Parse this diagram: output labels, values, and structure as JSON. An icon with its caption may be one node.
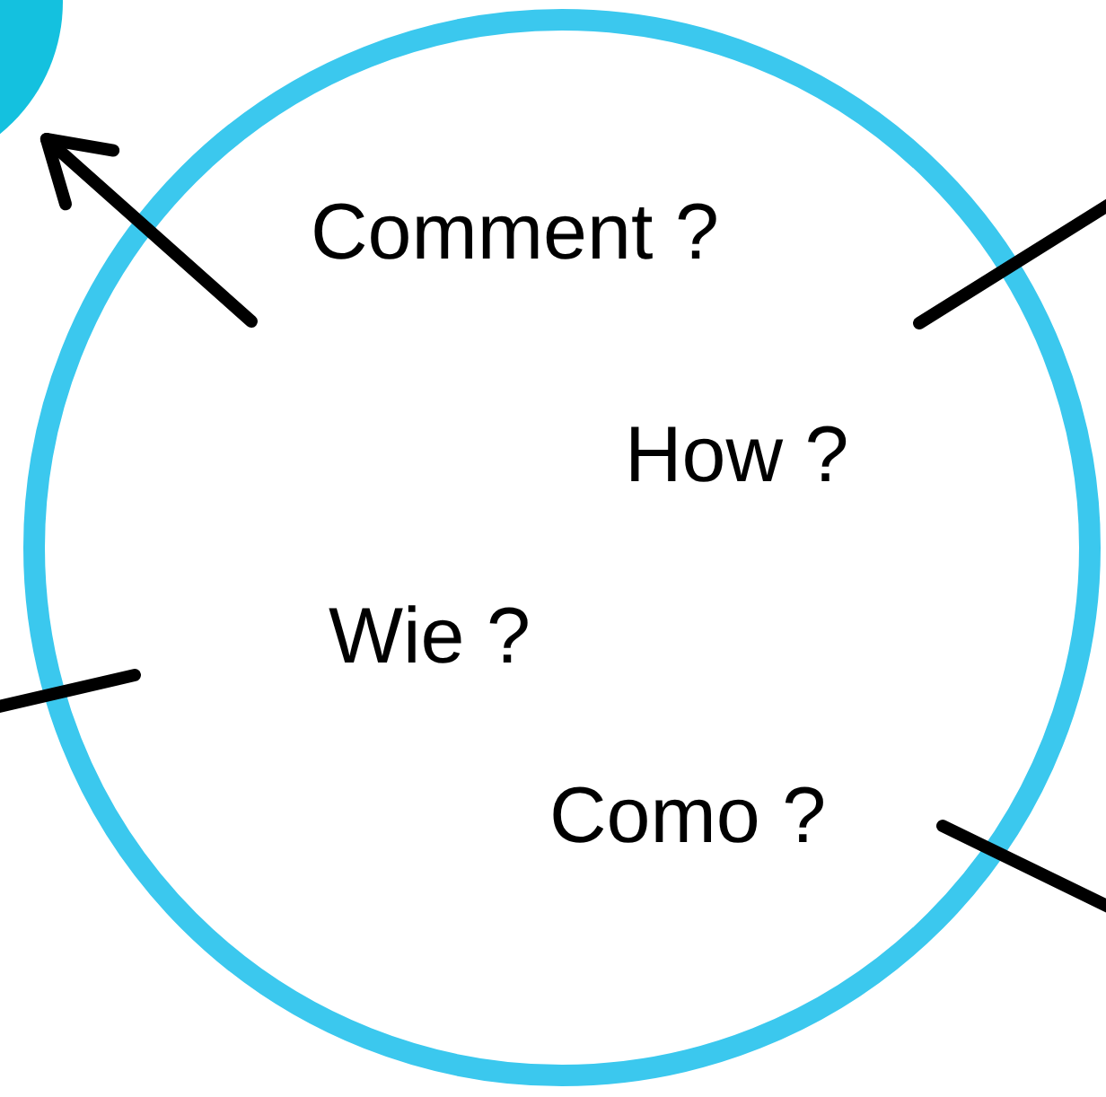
{
  "diagram": {
    "nodes": [
      {
        "text": [
          "Comment ?",
          "How ?",
          "Wie ?",
          "Como ?"
        ]
      },
      {
        "text": [],
        "shape": "circle"
      }
    ],
    "edges": [
      {
        "from": 0,
        "to": 1,
        "arrow": "to"
      },
      {
        "from": 0,
        "to": null,
        "arrow": "none"
      },
      {
        "from": 0,
        "to": null,
        "arrow": "none"
      },
      {
        "from": 0,
        "to": null,
        "arrow": "none"
      }
    ]
  }
}
